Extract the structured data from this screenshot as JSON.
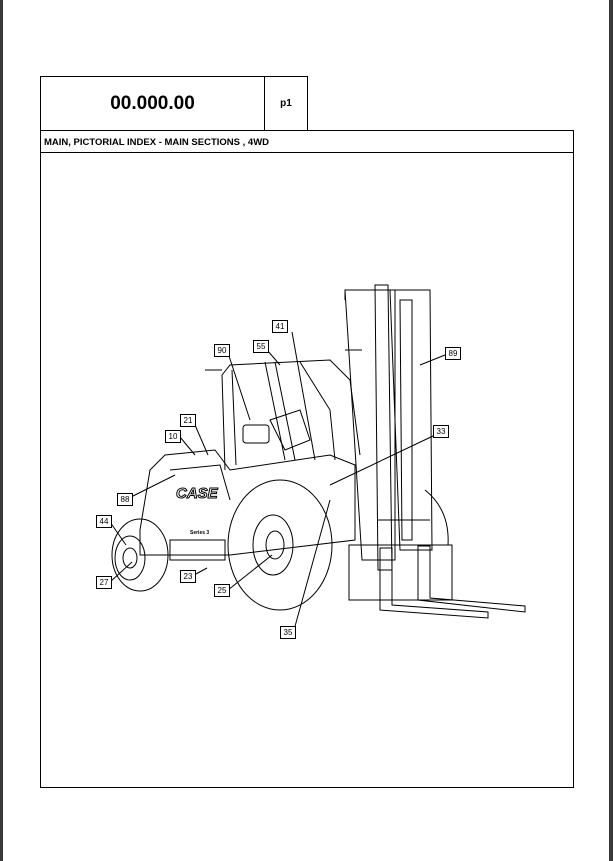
{
  "header": {
    "section_code": "00.000.00",
    "page": "p1"
  },
  "title": "MAIN, PICTORIAL INDEX - MAIN SECTIONS , 4WD",
  "drawing": {
    "brand_logo": "CASE",
    "decal": "Series 3",
    "callouts": [
      "41",
      "90",
      "55",
      "89",
      "21",
      "10",
      "33",
      "88",
      "44",
      "27",
      "23",
      "25",
      "35"
    ]
  }
}
